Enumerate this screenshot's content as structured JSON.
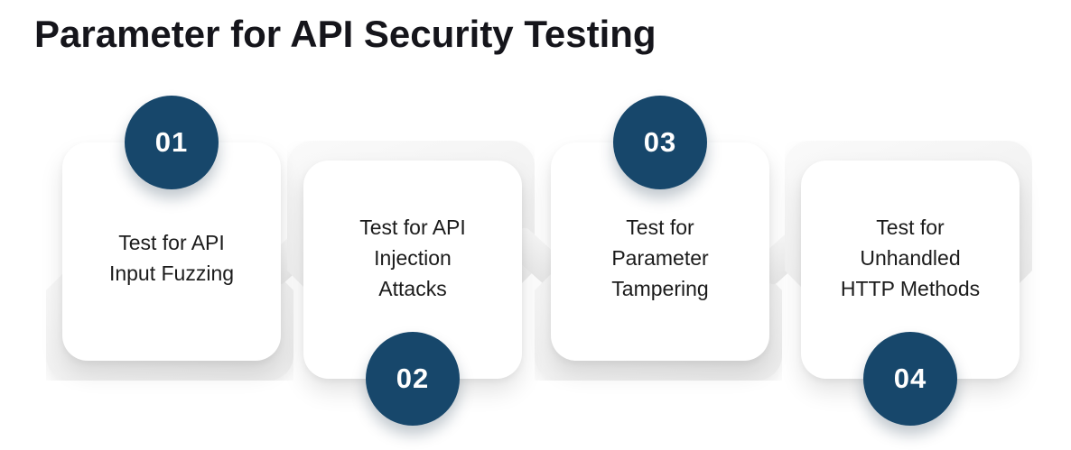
{
  "title": {
    "text": "Parameter for API Security Testing"
  },
  "colors": {
    "background": "#ffffff",
    "title_text": "#15151b",
    "card_background": "#ffffff",
    "card_layer": "#ececec",
    "badge_background": "#17476b",
    "badge_text": "#ffffff",
    "body_text": "#1b1b1b"
  },
  "steps": [
    {
      "number": "01",
      "badge_position": "top",
      "lines": [
        "Test for API",
        "Input Fuzzing"
      ]
    },
    {
      "number": "02",
      "badge_position": "bottom",
      "lines": [
        "Test for API",
        "Injection",
        "Attacks"
      ]
    },
    {
      "number": "03",
      "badge_position": "top",
      "lines": [
        "Test for",
        "Parameter",
        "Tampering"
      ]
    },
    {
      "number": "04",
      "badge_position": "bottom",
      "lines": [
        "Test for",
        "Unhandled",
        "HTTP Methods"
      ]
    }
  ]
}
